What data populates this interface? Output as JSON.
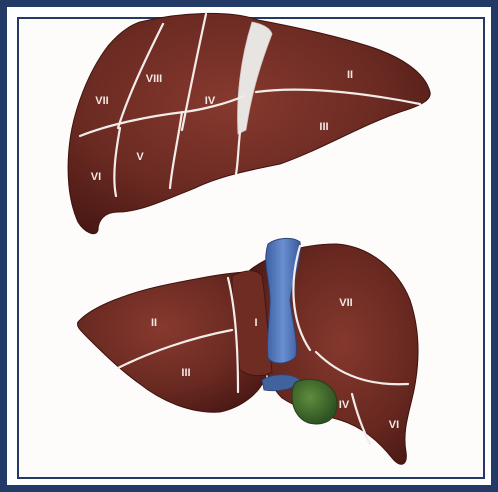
{
  "figure": {
    "top_view": {
      "segments": [
        {
          "id": "II",
          "label": "II"
        },
        {
          "id": "III",
          "label": "III"
        },
        {
          "id": "IV",
          "label": "IV"
        },
        {
          "id": "V",
          "label": "V"
        },
        {
          "id": "VI",
          "label": "VI"
        },
        {
          "id": "VII",
          "label": "VII"
        },
        {
          "id": "VIII",
          "label": "VIII"
        }
      ]
    },
    "bottom_view": {
      "segments": [
        {
          "id": "II",
          "label": "II"
        },
        {
          "id": "III",
          "label": "III"
        },
        {
          "id": "I",
          "label": "I"
        },
        {
          "id": "VII",
          "label": "VII"
        },
        {
          "id": "IV",
          "label": "IV"
        },
        {
          "id": "VI",
          "label": "VI"
        }
      ]
    },
    "colors": {
      "liver": "#6a2a22",
      "liver_dark": "#4e1a15",
      "vein": "#4f74b8",
      "gallbladder": "#3f6b2e",
      "frame": "#233a66"
    }
  }
}
